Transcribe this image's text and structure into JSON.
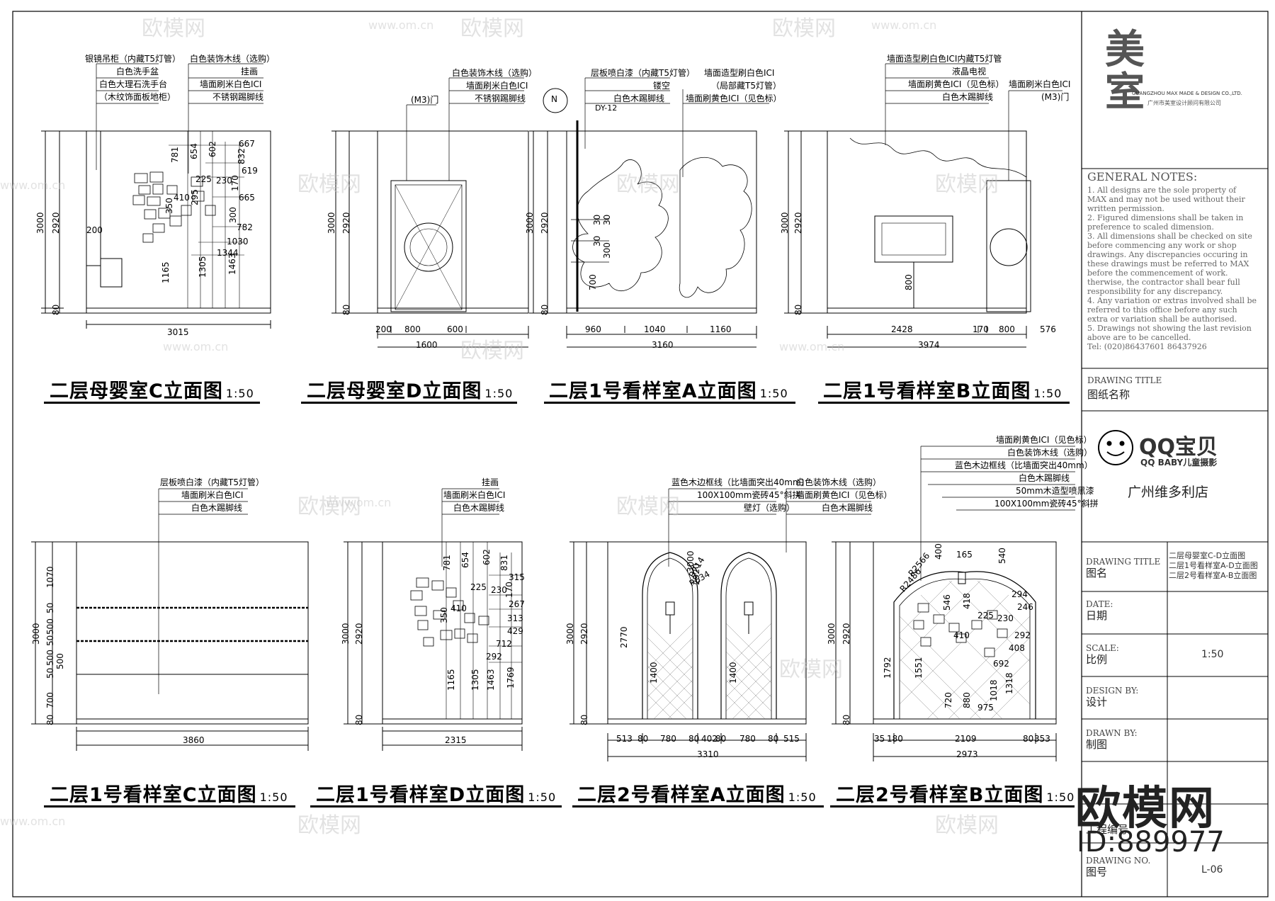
{
  "views": [
    {
      "title": "二层母婴室C立面图",
      "scale": "1:50",
      "annotations": [
        "银镜吊柜（内藏T5灯管）",
        "白色洗手盆",
        "白色大理石洗手台",
        "（木纹饰面板地柜）",
        "白色装饰木线（选购）",
        "挂画",
        "墙面刷米白色ICI",
        "不锈钢踢脚线"
      ],
      "dims": [
        "3000",
        "2920",
        "80",
        "200",
        "1165",
        "781",
        "654",
        "602",
        "667",
        "832",
        "619",
        "225",
        "230",
        "410",
        "170",
        "665",
        "295",
        "350",
        "300",
        "782",
        "1030",
        "1344",
        "1463",
        "1305",
        "3015"
      ]
    },
    {
      "title": "二层母婴室D立面图",
      "scale": "1:50",
      "annotations": [
        "(M3)门",
        "白色装饰木线（选购）",
        "墙面刷米白色ICI",
        "不锈钢踢脚线"
      ],
      "dims": [
        "3000",
        "2920",
        "80",
        "200",
        "800",
        "600",
        "1600"
      ]
    },
    {
      "title": "二层1号看样室A立面图",
      "scale": "1:50",
      "annotations": [
        "层板喷白漆（内藏T5灯管）",
        "镂空",
        "白色木踢脚线",
        "DY-12",
        "墙面造型刷白色ICI",
        "（局部藏T5灯管）",
        "墙面刷黄色ICI（见色标）",
        "N"
      ],
      "dims": [
        "3000",
        "2920",
        "80",
        "700",
        "300",
        "30",
        "30",
        "30",
        "960",
        "1040",
        "1160",
        "3160"
      ]
    },
    {
      "title": "二层1号看样室B立面图",
      "scale": "1:50",
      "annotations": [
        "墙面造型刷白色ICI内藏T5灯管",
        "液晶电视",
        "墙面刷黄色ICI（见色标）",
        "白色木踢脚线",
        "墙面刷米白色ICI",
        "(M3)门"
      ],
      "dims": [
        "3000",
        "2920",
        "80",
        "800",
        "2428",
        "170",
        "800",
        "576",
        "3974"
      ]
    },
    {
      "title": "二层1号看样室C立面图",
      "scale": "1:50",
      "annotations": [
        "层板喷白漆（内藏T5灯管）",
        "墙面刷米白色ICI",
        "白色木踢脚线"
      ],
      "dims": [
        "3000",
        "1070",
        "50",
        "500",
        "50",
        "500",
        "50",
        "500",
        "700",
        "80",
        "3860"
      ]
    },
    {
      "title": "二层1号看样室D立面图",
      "scale": "1:50",
      "annotations": [
        "挂画",
        "墙面刷米白色ICI",
        "白色木踢脚线"
      ],
      "dims": [
        "3000",
        "2920",
        "80",
        "781",
        "654",
        "602",
        "831",
        "315",
        "225",
        "230",
        "170",
        "267",
        "313",
        "429",
        "712",
        "292",
        "1165",
        "1305",
        "1463",
        "1769",
        "410",
        "350",
        "2315"
      ]
    },
    {
      "title": "二层2号看样室A立面图",
      "scale": "1:50",
      "annotations": [
        "蓝色木边框线（比墙面突出40mm）",
        "100X100mm瓷砖45°斜拼",
        "壁灯（选购）",
        "白色装饰木线（选购）",
        "墙面刷黄色ICI（见色标）",
        "白色木踢脚线",
        "R714",
        "R634"
      ],
      "dims": [
        "3000",
        "2920",
        "80",
        "2770",
        "1400",
        "1400",
        "513",
        "80",
        "780",
        "80",
        "402",
        "80",
        "780",
        "80",
        "515",
        "3310"
      ]
    },
    {
      "title": "二层2号看样室B立面图",
      "scale": "1:50",
      "annotations": [
        "墙面刷黄色ICI（见色标）",
        "白色装饰木线（选购）",
        "蓝色木边框线（比墙面突出40mm）",
        "白色木踢脚线",
        "50mm木造型喷黑漆",
        "100X100mm瓷砖45°斜拼",
        "R2566",
        "R2486"
      ],
      "dims": [
        "3000",
        "2920",
        "80",
        "400",
        "165",
        "540",
        "1792",
        "1551",
        "720",
        "880",
        "546",
        "418",
        "294",
        "246",
        "225",
        "230",
        "292",
        "408",
        "692",
        "1318",
        "1018",
        "975",
        "410",
        "35",
        "180",
        "2109",
        "80",
        "353",
        "2973"
      ]
    }
  ],
  "titleblock": {
    "logo_text": "美 室",
    "company_en": "GUANGZHOU MAX MADE & DESIGN CO.,LTD.",
    "company_cn": "广州市美室设计顾问有限公司",
    "notes_heading": "GENERAL NOTES:",
    "notes": [
      "1. All designs are the sole property of MAX and may not be used without their written permission.",
      "2. Figured dimensions shall be taken in preference to scaled dimension.",
      "3. All dimensions shall be checked on site before commencing any work or shop drawings. Any discrepancies occuring in these drawings must be referred to MAX before the commencement of work. therwise, the contractor shall bear full responsibility for any discrepancy.",
      "4. Any variation or extras involved shall be referred to this office before any such extra or variation shall be authorised.",
      "5. Drawings not showing the last revision above are to be cancelled.",
      "Tel: (020)86437601 86437926"
    ],
    "drawing_title_en": "DRAWING TITLE",
    "drawing_title_cn": "图纸名称",
    "client_logo": "QQ宝贝",
    "client_logo_sub": "QQ BABY儿童摄影",
    "store_name": "广州维多利店",
    "rows": [
      {
        "en": "DRAWING TITLE",
        "cn": "图名",
        "value": [
          "二层母婴室C-D立面图",
          "二层1号看样室A-D立面图",
          "二层2号看样室A-B立面图"
        ]
      },
      {
        "en": "DATE:",
        "cn": "日期",
        "value": []
      },
      {
        "en": "SCALE:",
        "cn": "比例",
        "value": [
          "1:50"
        ]
      },
      {
        "en": "DESIGN BY:",
        "cn": "设计",
        "value": []
      },
      {
        "en": "DRAWN BY:",
        "cn": "制图",
        "value": []
      },
      {
        "en": "",
        "cn": "工程编号",
        "value": []
      },
      {
        "en": "DRAWING NO.",
        "cn": "图号",
        "value": [
          "L-06"
        ]
      }
    ]
  },
  "watermark": {
    "brand": "欧模网",
    "url": "www.om.cn",
    "id": "ID:889977"
  }
}
